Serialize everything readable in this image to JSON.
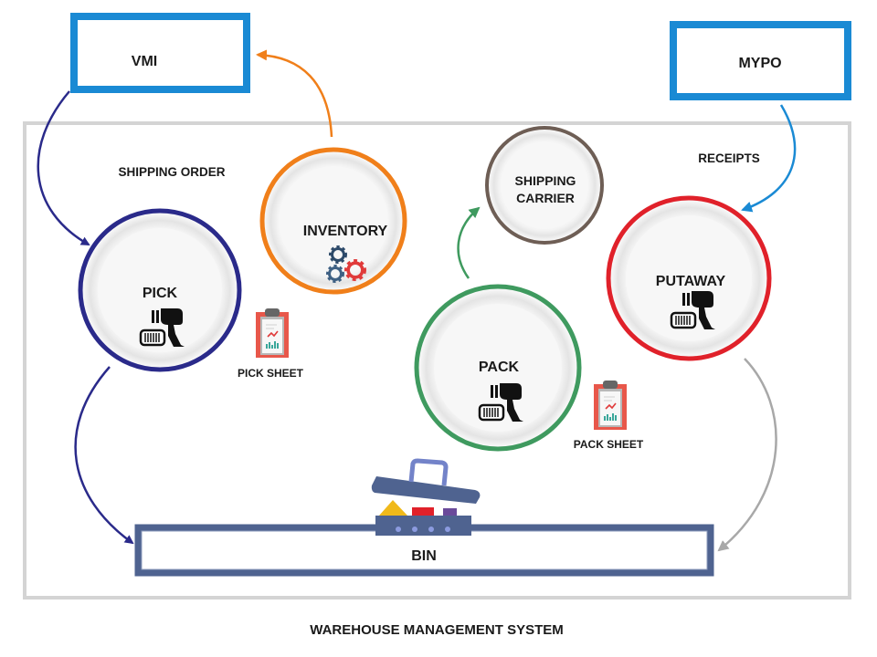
{
  "title": "WAREHOUSE MANAGEMENT SYSTEM",
  "external_boxes": [
    {
      "id": "vmi",
      "label": "VMI",
      "color": "#1a8ad4"
    },
    {
      "id": "mypo",
      "label": "MYPO",
      "color": "#1a8ad4"
    }
  ],
  "nodes": [
    {
      "id": "pick",
      "label": "PICK",
      "color": "#2a2a8a",
      "icon": "barcode-scanner-icon"
    },
    {
      "id": "inventory",
      "label": "INVENTORY",
      "color": "#f07f1a",
      "icon": "gears-icon"
    },
    {
      "id": "shipping-carrier",
      "label_lines": [
        "SHIPPING",
        "CARRIER"
      ],
      "color": "#6e5e55"
    },
    {
      "id": "pack",
      "label": "PACK",
      "color": "#3f9a5f",
      "icon": "barcode-scanner-icon"
    },
    {
      "id": "putaway",
      "label": "PUTAWAY",
      "color": "#e0212a",
      "icon": "barcode-scanner-icon"
    }
  ],
  "documents": [
    {
      "id": "pick-sheet",
      "label": "PICK SHEET",
      "icon": "clipboard-icon"
    },
    {
      "id": "pack-sheet",
      "label": "PACK SHEET",
      "icon": "clipboard-icon"
    }
  ],
  "flow_labels": {
    "shipping_order": "SHIPPING ORDER",
    "receipts": "RECEIPTS"
  },
  "bin": {
    "label": "BIN",
    "color": "#4f6390"
  },
  "flows": [
    {
      "from": "VMI",
      "to": "PICK",
      "color": "#2a2a8a"
    },
    {
      "from": "INVENTORY",
      "to": "VMI",
      "color": "#f07f1a"
    },
    {
      "from": "PICK",
      "to": "BIN",
      "color": "#2a2a8a"
    },
    {
      "from": "PACK",
      "to": "SHIPPING CARRIER",
      "color": "#3f9a5f"
    },
    {
      "from": "MYPO",
      "to": "PUTAWAY",
      "color": "#1a8ad4"
    },
    {
      "from": "PUTAWAY",
      "to": "BIN",
      "color": "#a8a8a8"
    }
  ]
}
